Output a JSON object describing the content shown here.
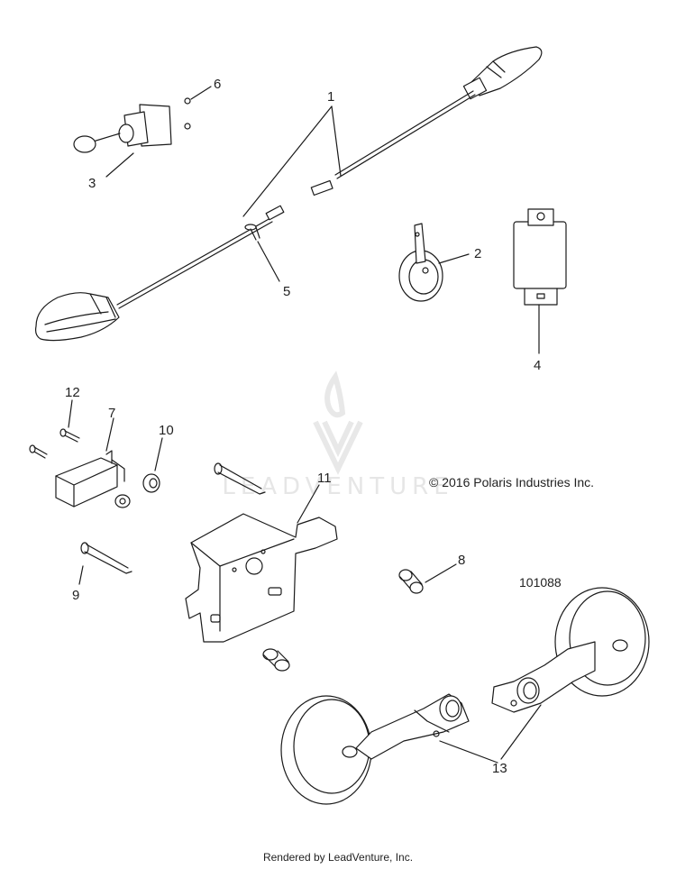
{
  "copyright": "© 2016 Polaris Industries Inc.",
  "diagram_id": "101088",
  "watermark": "LEADVENTURE",
  "footer": "Rendered by LeadVenture, Inc.",
  "callouts": [
    "1",
    "2",
    "3",
    "4",
    "5",
    "6",
    "7",
    "8",
    "9",
    "10",
    "11",
    "12",
    "13"
  ],
  "colors": {
    "line": "#1a1a1a",
    "watermark": "#e6e6e6",
    "part_fill": "#ffffff"
  }
}
